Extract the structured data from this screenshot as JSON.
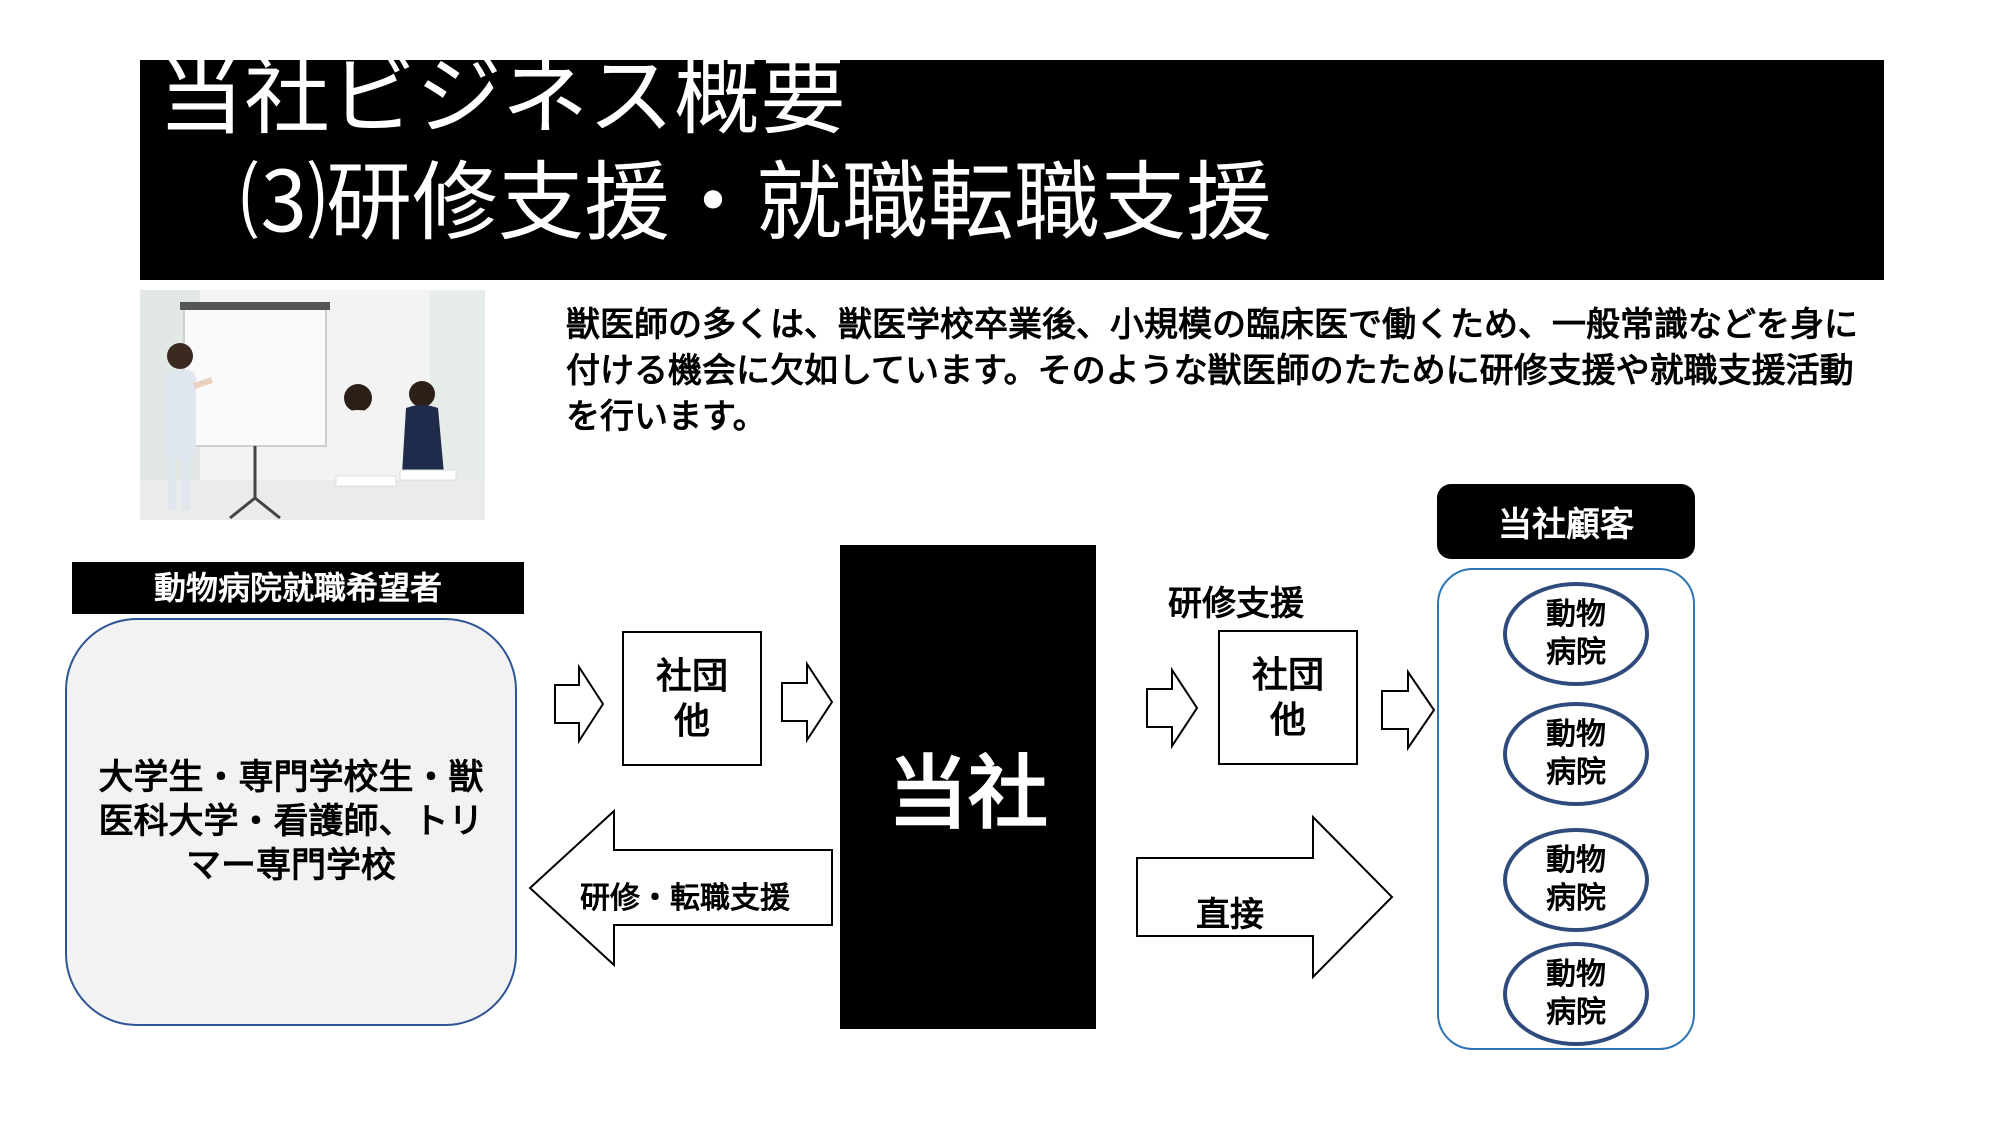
{
  "title": {
    "line1": "当社ビジネス概要",
    "line2": "⑶研修支援・就職転職支援"
  },
  "description": "獣医師の多くは、獣医学校卒業後、小規模の臨床医で働くため、一般常識などを身に付ける機会に欠如しています。そのような獣医師のたために研修支援や就職支援活動を行います。",
  "applicants": {
    "label": "動物病院就職希望者",
    "text": "大学生・専門学校生・獣医科大学・看護師、トリマー専門学校"
  },
  "association_left": "社団\n他",
  "association_right": "社団\n他",
  "company": "当社",
  "training_support": "研修支援",
  "support_arrow": "研修・転職支援",
  "direct": "直接",
  "customers": {
    "label": "当社顧客",
    "hospitals": [
      "動物\n病院",
      "動物\n病院",
      "動物\n病院",
      "動物\n病院"
    ]
  },
  "colors": {
    "applicant_border": "#2f5496",
    "customers_border": "#2e75b6",
    "hospital_border": "#2f4b7c"
  }
}
